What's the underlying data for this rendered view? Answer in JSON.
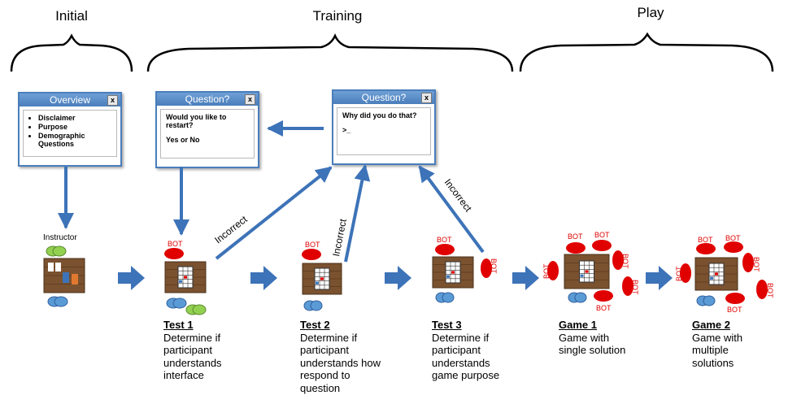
{
  "phases": {
    "initial": "Initial",
    "training": "Training",
    "play": "Play"
  },
  "windows": {
    "overview": {
      "title": "Overview",
      "close": "x",
      "items": [
        "Disclaimer",
        "Purpose",
        "Demographic Questions"
      ]
    },
    "restart": {
      "title": "Question?",
      "close": "x",
      "question": "Would you like to restart?",
      "answer": "Yes or No"
    },
    "why": {
      "title": "Question?",
      "close": "x",
      "question": "Why did you do that?",
      "prompt": ">_"
    }
  },
  "instructor_label": "Instructor",
  "bot_label": "BOT",
  "incorrect_label": "Incorrect",
  "stages": {
    "test1": {
      "title": "Test 1",
      "desc": [
        "Determine if",
        "participant",
        "understands",
        "interface"
      ]
    },
    "test2": {
      "title": "Test 2",
      "desc": [
        "Determine if",
        "participant",
        "understands how",
        "respond to",
        "question"
      ]
    },
    "test3": {
      "title": "Test 3",
      "desc": [
        "Determine if",
        "participant",
        "understands",
        "game purpose"
      ]
    },
    "game1": {
      "title": "Game 1",
      "desc": [
        "Game with",
        "single solution"
      ]
    },
    "game2": {
      "title": "Game 2",
      "desc": [
        "Game with",
        "multiple",
        "solutions"
      ]
    }
  },
  "colors": {
    "arrow": "#3d73b8",
    "window_border": "#4a7ebb",
    "bot": "#e00000",
    "participant": "#5b9bd5",
    "instructor": "#92d050",
    "table": "#7a5230"
  }
}
